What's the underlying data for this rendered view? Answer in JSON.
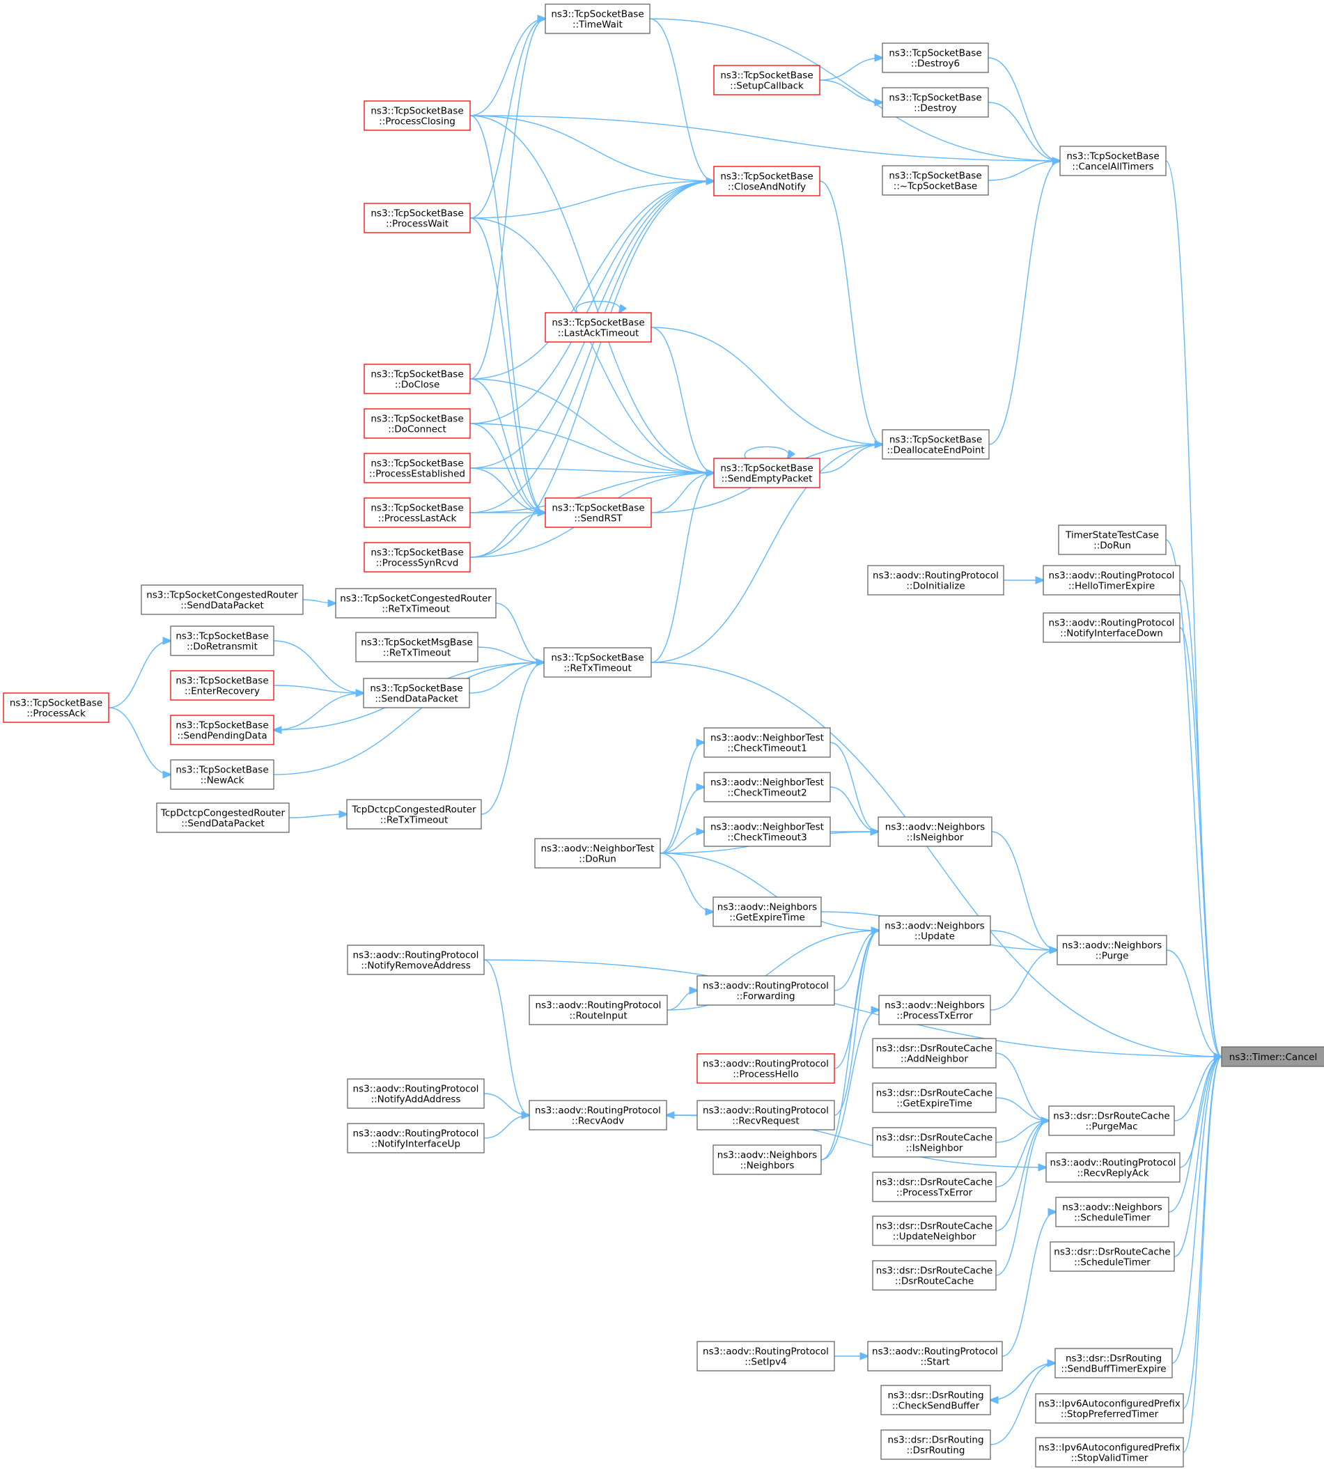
{
  "colors": {
    "edge": "#63b8ff",
    "box_border": "#666666",
    "box_border_incomplete": "#ff0000",
    "focus_fill": "#999999"
  },
  "nodes": [
    {
      "id": "timer_cancel",
      "lines": [
        "ns3::Timer::Cancel"
      ],
      "style": "focus"
    },
    {
      "id": "timewait",
      "lines": [
        "ns3::TcpSocketBase",
        "::TimeWait"
      ],
      "style": "normal"
    },
    {
      "id": "destroy6",
      "lines": [
        "ns3::TcpSocketBase",
        "::Destroy6"
      ],
      "style": "normal"
    },
    {
      "id": "setupcallback",
      "lines": [
        "ns3::TcpSocketBase",
        "::SetupCallback"
      ],
      "style": "red"
    },
    {
      "id": "destroy",
      "lines": [
        "ns3::TcpSocketBase",
        "::Destroy"
      ],
      "style": "normal"
    },
    {
      "id": "processclosing",
      "lines": [
        "ns3::TcpSocketBase",
        "::ProcessClosing"
      ],
      "style": "red"
    },
    {
      "id": "cancelalltimers",
      "lines": [
        "ns3::TcpSocketBase",
        "::CancelAllTimers"
      ],
      "style": "normal"
    },
    {
      "id": "closeandnotify",
      "lines": [
        "ns3::TcpSocketBase",
        "::CloseAndNotify"
      ],
      "style": "red"
    },
    {
      "id": "dtor",
      "lines": [
        "ns3::TcpSocketBase",
        "::~TcpSocketBase"
      ],
      "style": "normal"
    },
    {
      "id": "processwait",
      "lines": [
        "ns3::TcpSocketBase",
        "::ProcessWait"
      ],
      "style": "red"
    },
    {
      "id": "lastacktimeout",
      "lines": [
        "ns3::TcpSocketBase",
        "::LastAckTimeout"
      ],
      "style": "red"
    },
    {
      "id": "doclose",
      "lines": [
        "ns3::TcpSocketBase",
        "::DoClose"
      ],
      "style": "red"
    },
    {
      "id": "doconnect",
      "lines": [
        "ns3::TcpSocketBase",
        "::DoConnect"
      ],
      "style": "red"
    },
    {
      "id": "deallocate",
      "lines": [
        "ns3::TcpSocketBase",
        "::DeallocateEndPoint"
      ],
      "style": "normal"
    },
    {
      "id": "processestablished",
      "lines": [
        "ns3::TcpSocketBase",
        "::ProcessEstablished"
      ],
      "style": "red"
    },
    {
      "id": "sendemptypacket",
      "lines": [
        "ns3::TcpSocketBase",
        "::SendEmptyPacket"
      ],
      "style": "red"
    },
    {
      "id": "processlastack",
      "lines": [
        "ns3::TcpSocketBase",
        "::ProcessLastAck"
      ],
      "style": "red"
    },
    {
      "id": "sendrst",
      "lines": [
        "ns3::TcpSocketBase",
        "::SendRST"
      ],
      "style": "red"
    },
    {
      "id": "processsynrcvd",
      "lines": [
        "ns3::TcpSocketBase",
        "::ProcessSynRcvd"
      ],
      "style": "red"
    },
    {
      "id": "timerstatetest",
      "lines": [
        "TimerStateTestCase",
        "::DoRun"
      ],
      "style": "normal"
    },
    {
      "id": "aodv_doinit",
      "lines": [
        "ns3::aodv::RoutingProtocol",
        "::DoInitialize"
      ],
      "style": "normal"
    },
    {
      "id": "aodv_hellotimer",
      "lines": [
        "ns3::aodv::RoutingProtocol",
        "::HelloTimerExpire"
      ],
      "style": "normal"
    },
    {
      "id": "cong_senddata",
      "lines": [
        "ns3::TcpSocketCongestedRouter",
        "::SendDataPacket"
      ],
      "style": "normal"
    },
    {
      "id": "cong_retx",
      "lines": [
        "ns3::TcpSocketCongestedRouter",
        "::ReTxTimeout"
      ],
      "style": "normal"
    },
    {
      "id": "aodv_notifyifdown",
      "lines": [
        "ns3::aodv::RoutingProtocol",
        "::NotifyInterfaceDown"
      ],
      "style": "normal"
    },
    {
      "id": "doretransmit",
      "lines": [
        "ns3::TcpSocketBase",
        "::DoRetransmit"
      ],
      "style": "normal"
    },
    {
      "id": "msgbase_retx",
      "lines": [
        "ns3::TcpSocketMsgBase",
        "::ReTxTimeout"
      ],
      "style": "normal"
    },
    {
      "id": "retxtimeout",
      "lines": [
        "ns3::TcpSocketBase",
        "::ReTxTimeout"
      ],
      "style": "normal"
    },
    {
      "id": "enterrecovery",
      "lines": [
        "ns3::TcpSocketBase",
        "::EnterRecovery"
      ],
      "style": "red"
    },
    {
      "id": "senddatapacket",
      "lines": [
        "ns3::TcpSocketBase",
        "::SendDataPacket"
      ],
      "style": "normal"
    },
    {
      "id": "processack",
      "lines": [
        "ns3::TcpSocketBase",
        "::ProcessAck"
      ],
      "style": "red"
    },
    {
      "id": "sendpendingdata",
      "lines": [
        "ns3::TcpSocketBase",
        "::SendPendingData"
      ],
      "style": "red"
    },
    {
      "id": "checktimeout1",
      "lines": [
        "ns3::aodv::NeighborTest",
        "::CheckTimeout1"
      ],
      "style": "normal"
    },
    {
      "id": "newack",
      "lines": [
        "ns3::TcpSocketBase",
        "::NewAck"
      ],
      "style": "normal"
    },
    {
      "id": "checktimeout2",
      "lines": [
        "ns3::aodv::NeighborTest",
        "::CheckTimeout2"
      ],
      "style": "normal"
    },
    {
      "id": "dctcp_senddata",
      "lines": [
        "TcpDctcpCongestedRouter",
        "::SendDataPacket"
      ],
      "style": "normal"
    },
    {
      "id": "dctcp_retx",
      "lines": [
        "TcpDctcpCongestedRouter",
        "::ReTxTimeout"
      ],
      "style": "normal"
    },
    {
      "id": "checktimeout3",
      "lines": [
        "ns3::aodv::NeighborTest",
        "::CheckTimeout3"
      ],
      "style": "normal"
    },
    {
      "id": "isneighbor",
      "lines": [
        "ns3::aodv::Neighbors",
        "::IsNeighbor"
      ],
      "style": "normal"
    },
    {
      "id": "neighbortest_dorun",
      "lines": [
        "ns3::aodv::NeighborTest",
        "::DoRun"
      ],
      "style": "normal"
    },
    {
      "id": "getexpiretime",
      "lines": [
        "ns3::aodv::Neighbors",
        "::GetExpireTime"
      ],
      "style": "normal"
    },
    {
      "id": "update",
      "lines": [
        "ns3::aodv::Neighbors",
        "::Update"
      ],
      "style": "normal"
    },
    {
      "id": "purge",
      "lines": [
        "ns3::aodv::Neighbors",
        "::Purge"
      ],
      "style": "normal"
    },
    {
      "id": "notifyremoveaddr",
      "lines": [
        "ns3::aodv::RoutingProtocol",
        "::NotifyRemoveAddress"
      ],
      "style": "normal"
    },
    {
      "id": "forwarding",
      "lines": [
        "ns3::aodv::RoutingProtocol",
        "::Forwarding"
      ],
      "style": "normal"
    },
    {
      "id": "processtxerror",
      "lines": [
        "ns3::aodv::Neighbors",
        "::ProcessTxError"
      ],
      "style": "normal"
    },
    {
      "id": "routeinput",
      "lines": [
        "ns3::aodv::RoutingProtocol",
        "::RouteInput"
      ],
      "style": "normal"
    },
    {
      "id": "dsr_addneighbor",
      "lines": [
        "ns3::dsr::DsrRouteCache",
        "::AddNeighbor"
      ],
      "style": "normal"
    },
    {
      "id": "processhello",
      "lines": [
        "ns3::aodv::RoutingProtocol",
        "::ProcessHello"
      ],
      "style": "red"
    },
    {
      "id": "dsr_getexpire",
      "lines": [
        "ns3::dsr::DsrRouteCache",
        "::GetExpireTime"
      ],
      "style": "normal"
    },
    {
      "id": "notifyaddaddr",
      "lines": [
        "ns3::aodv::RoutingProtocol",
        "::NotifyAddAddress"
      ],
      "style": "normal"
    },
    {
      "id": "recvaodv",
      "lines": [
        "ns3::aodv::RoutingProtocol",
        "::RecvAodv"
      ],
      "style": "normal"
    },
    {
      "id": "recvrequest",
      "lines": [
        "ns3::aodv::RoutingProtocol",
        "::RecvRequest"
      ],
      "style": "normal"
    },
    {
      "id": "purgemac",
      "lines": [
        "ns3::dsr::DsrRouteCache",
        "::PurgeMac"
      ],
      "style": "normal"
    },
    {
      "id": "notifyifup",
      "lines": [
        "ns3::aodv::RoutingProtocol",
        "::NotifyInterfaceUp"
      ],
      "style": "normal"
    },
    {
      "id": "dsr_isneighbor",
      "lines": [
        "ns3::dsr::DsrRouteCache",
        "::IsNeighbor"
      ],
      "style": "normal"
    },
    {
      "id": "neighbors_ctor",
      "lines": [
        "ns3::aodv::Neighbors",
        "::Neighbors"
      ],
      "style": "normal"
    },
    {
      "id": "recvreplyack",
      "lines": [
        "ns3::aodv::RoutingProtocol",
        "::RecvReplyAck"
      ],
      "style": "normal"
    },
    {
      "id": "dsr_processtxerror",
      "lines": [
        "ns3::dsr::DsrRouteCache",
        "::ProcessTxError"
      ],
      "style": "normal"
    },
    {
      "id": "scheduletimer",
      "lines": [
        "ns3::aodv::Neighbors",
        "::ScheduleTimer"
      ],
      "style": "normal"
    },
    {
      "id": "dsr_updateneighbor",
      "lines": [
        "ns3::dsr::DsrRouteCache",
        "::UpdateNeighbor"
      ],
      "style": "normal"
    },
    {
      "id": "dsr_scheduletimer",
      "lines": [
        "ns3::dsr::DsrRouteCache",
        "::ScheduleTimer"
      ],
      "style": "normal"
    },
    {
      "id": "dsr_routecache_ctor",
      "lines": [
        "ns3::dsr::DsrRouteCache",
        "::DsrRouteCache"
      ],
      "style": "normal"
    },
    {
      "id": "setipv4",
      "lines": [
        "ns3::aodv::RoutingProtocol",
        "::SetIpv4"
      ],
      "style": "normal"
    },
    {
      "id": "aodv_start",
      "lines": [
        "ns3::aodv::RoutingProtocol",
        "::Start"
      ],
      "style": "normal"
    },
    {
      "id": "sendbufftimer",
      "lines": [
        "ns3::dsr::DsrRouting",
        "::SendBuffTimerExpire"
      ],
      "style": "normal"
    },
    {
      "id": "checksendbuffer",
      "lines": [
        "ns3::dsr::DsrRouting",
        "::CheckSendBuffer"
      ],
      "style": "normal"
    },
    {
      "id": "stoppreferred",
      "lines": [
        "ns3::Ipv6AutoconfiguredPrefix",
        "::StopPreferredTimer"
      ],
      "style": "normal"
    },
    {
      "id": "dsrrouting_ctor",
      "lines": [
        "ns3::dsr::DsrRouting",
        "::DsrRouting"
      ],
      "style": "normal"
    },
    {
      "id": "stopvalid",
      "lines": [
        "ns3::Ipv6AutoconfiguredPrefix",
        "::StopValidTimer"
      ],
      "style": "normal"
    }
  ],
  "edges": [
    [
      "setupcallback",
      "destroy6"
    ],
    [
      "setupcallback",
      "destroy"
    ],
    [
      "destroy6",
      "cancelalltimers"
    ],
    [
      "destroy",
      "cancelalltimers"
    ],
    [
      "dtor",
      "cancelalltimers"
    ],
    [
      "timewait",
      "cancelalltimers"
    ],
    [
      "processclosing",
      "cancelalltimers"
    ],
    [
      "deallocate",
      "cancelalltimers"
    ],
    [
      "cancelalltimers",
      "timer_cancel"
    ],
    [
      "processclosing",
      "timewait"
    ],
    [
      "processwait",
      "timewait"
    ],
    [
      "doclose",
      "timewait"
    ],
    [
      "timewait",
      "closeandnotify"
    ],
    [
      "processclosing",
      "closeandnotify"
    ],
    [
      "processwait",
      "closeandnotify"
    ],
    [
      "doclose",
      "closeandnotify"
    ],
    [
      "doconnect",
      "closeandnotify"
    ],
    [
      "processestablished",
      "closeandnotify"
    ],
    [
      "processlastack",
      "closeandnotify"
    ],
    [
      "processsynrcvd",
      "closeandnotify"
    ],
    [
      "closeandnotify",
      "deallocate"
    ],
    [
      "lastacktimeout",
      "lastacktimeout"
    ],
    [
      "lastacktimeout",
      "deallocate"
    ],
    [
      "lastacktimeout",
      "sendemptypacket"
    ],
    [
      "processclosing",
      "sendemptypacket"
    ],
    [
      "processwait",
      "sendemptypacket"
    ],
    [
      "doclose",
      "sendemptypacket"
    ],
    [
      "doconnect",
      "sendemptypacket"
    ],
    [
      "processestablished",
      "sendemptypacket"
    ],
    [
      "processlastack",
      "sendemptypacket"
    ],
    [
      "processsynrcvd",
      "sendemptypacket"
    ],
    [
      "retxtimeout",
      "sendemptypacket"
    ],
    [
      "sendemptypacket",
      "sendemptypacket"
    ],
    [
      "sendemptypacket",
      "deallocate"
    ],
    [
      "processclosing",
      "sendrst"
    ],
    [
      "processwait",
      "sendrst"
    ],
    [
      "doclose",
      "sendrst"
    ],
    [
      "doconnect",
      "sendrst"
    ],
    [
      "processestablished",
      "sendrst"
    ],
    [
      "processlastack",
      "sendrst"
    ],
    [
      "processsynrcvd",
      "sendrst"
    ],
    [
      "sendrst",
      "sendemptypacket"
    ],
    [
      "sendrst",
      "deallocate"
    ],
    [
      "retxtimeout",
      "deallocate"
    ],
    [
      "cong_senddata",
      "cong_retx"
    ],
    [
      "cong_retx",
      "retxtimeout"
    ],
    [
      "msgbase_retx",
      "retxtimeout"
    ],
    [
      "senddatapacket",
      "retxtimeout"
    ],
    [
      "newack",
      "retxtimeout"
    ],
    [
      "dctcp_retx",
      "retxtimeout"
    ],
    [
      "retxtimeout",
      "sendpendingdata"
    ],
    [
      "retxtimeout",
      "timer_cancel"
    ],
    [
      "doretransmit",
      "senddatapacket"
    ],
    [
      "enterrecovery",
      "senddatapacket"
    ],
    [
      "sendpendingdata",
      "senddatapacket"
    ],
    [
      "processack",
      "doretransmit"
    ],
    [
      "processack",
      "newack"
    ],
    [
      "dctcp_senddata",
      "dctcp_retx"
    ],
    [
      "timerstatetest",
      "timer_cancel"
    ],
    [
      "aodv_doinit",
      "aodv_hellotimer"
    ],
    [
      "aodv_hellotimer",
      "timer_cancel"
    ],
    [
      "aodv_notifyifdown",
      "timer_cancel"
    ],
    [
      "notifyremoveaddr",
      "timer_cancel"
    ],
    [
      "neighbortest_dorun",
      "checktimeout1"
    ],
    [
      "neighbortest_dorun",
      "checktimeout2"
    ],
    [
      "neighbortest_dorun",
      "checktimeout3"
    ],
    [
      "neighbortest_dorun",
      "isneighbor"
    ],
    [
      "neighbortest_dorun",
      "getexpiretime"
    ],
    [
      "neighbortest_dorun",
      "update"
    ],
    [
      "checktimeout1",
      "isneighbor"
    ],
    [
      "checktimeout2",
      "isneighbor"
    ],
    [
      "checktimeout3",
      "isneighbor"
    ],
    [
      "isneighbor",
      "purge"
    ],
    [
      "getexpiretime",
      "purge"
    ],
    [
      "update",
      "purge"
    ],
    [
      "processtxerror",
      "purge"
    ],
    [
      "purge",
      "timer_cancel"
    ],
    [
      "forwarding",
      "update"
    ],
    [
      "routeinput",
      "forwarding"
    ],
    [
      "routeinput",
      "update"
    ],
    [
      "processhello",
      "update"
    ],
    [
      "recvrequest",
      "update"
    ],
    [
      "neighbors_ctor",
      "update"
    ],
    [
      "notifyremoveaddr",
      "recvaodv"
    ],
    [
      "notifyaddaddr",
      "recvaodv"
    ],
    [
      "notifyifup",
      "recvaodv"
    ],
    [
      "recvrequest",
      "recvaodv"
    ],
    [
      "recvaodv",
      "recvreplyack"
    ],
    [
      "neighbors_ctor",
      "processtxerror"
    ],
    [
      "dsr_addneighbor",
      "purgemac"
    ],
    [
      "dsr_getexpire",
      "purgemac"
    ],
    [
      "dsr_isneighbor",
      "purgemac"
    ],
    [
      "dsr_processtxerror",
      "purgemac"
    ],
    [
      "dsr_updateneighbor",
      "purgemac"
    ],
    [
      "dsr_routecache_ctor",
      "purgemac"
    ],
    [
      "purgemac",
      "timer_cancel"
    ],
    [
      "recvreplyack",
      "timer_cancel"
    ],
    [
      "scheduletimer",
      "timer_cancel"
    ],
    [
      "dsr_scheduletimer",
      "timer_cancel"
    ],
    [
      "setipv4",
      "aodv_start"
    ],
    [
      "aodv_start",
      "scheduletimer"
    ],
    [
      "sendbufftimer",
      "checksendbuffer"
    ],
    [
      "checksendbuffer",
      "sendbufftimer"
    ],
    [
      "dsrrouting_ctor",
      "sendbufftimer"
    ],
    [
      "sendbufftimer",
      "timer_cancel"
    ],
    [
      "stoppreferred",
      "timer_cancel"
    ],
    [
      "stopvalid",
      "timer_cancel"
    ]
  ]
}
